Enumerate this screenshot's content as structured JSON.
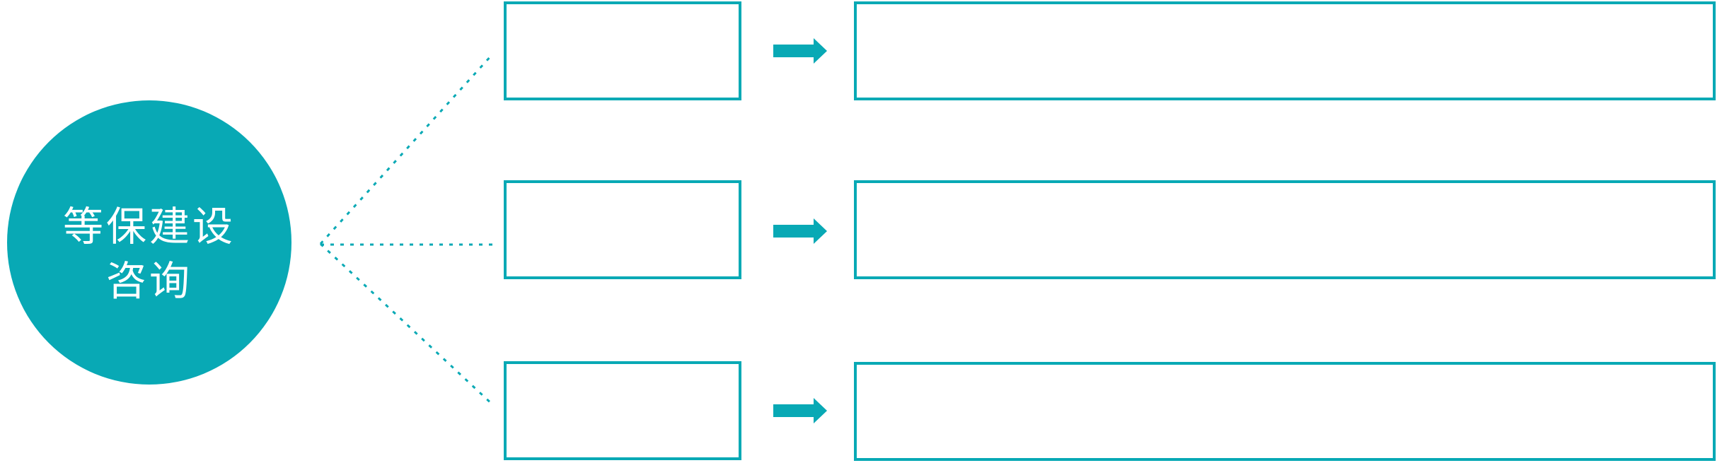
{
  "colors": {
    "accent": "#08A9B5",
    "background": "#FFFFFF",
    "circle_text": "#FFFFFF"
  },
  "circle": {
    "label": "等保建设咨询",
    "line1": "等保建设",
    "line2": "咨询"
  },
  "rows": [
    {
      "name": "row-1",
      "small_box_text": "",
      "large_box_text": ""
    },
    {
      "name": "row-2",
      "small_box_text": "",
      "large_box_text": ""
    },
    {
      "name": "row-3",
      "small_box_text": "",
      "large_box_text": ""
    }
  ],
  "icons": {
    "arrow": "right-arrow-icon"
  }
}
